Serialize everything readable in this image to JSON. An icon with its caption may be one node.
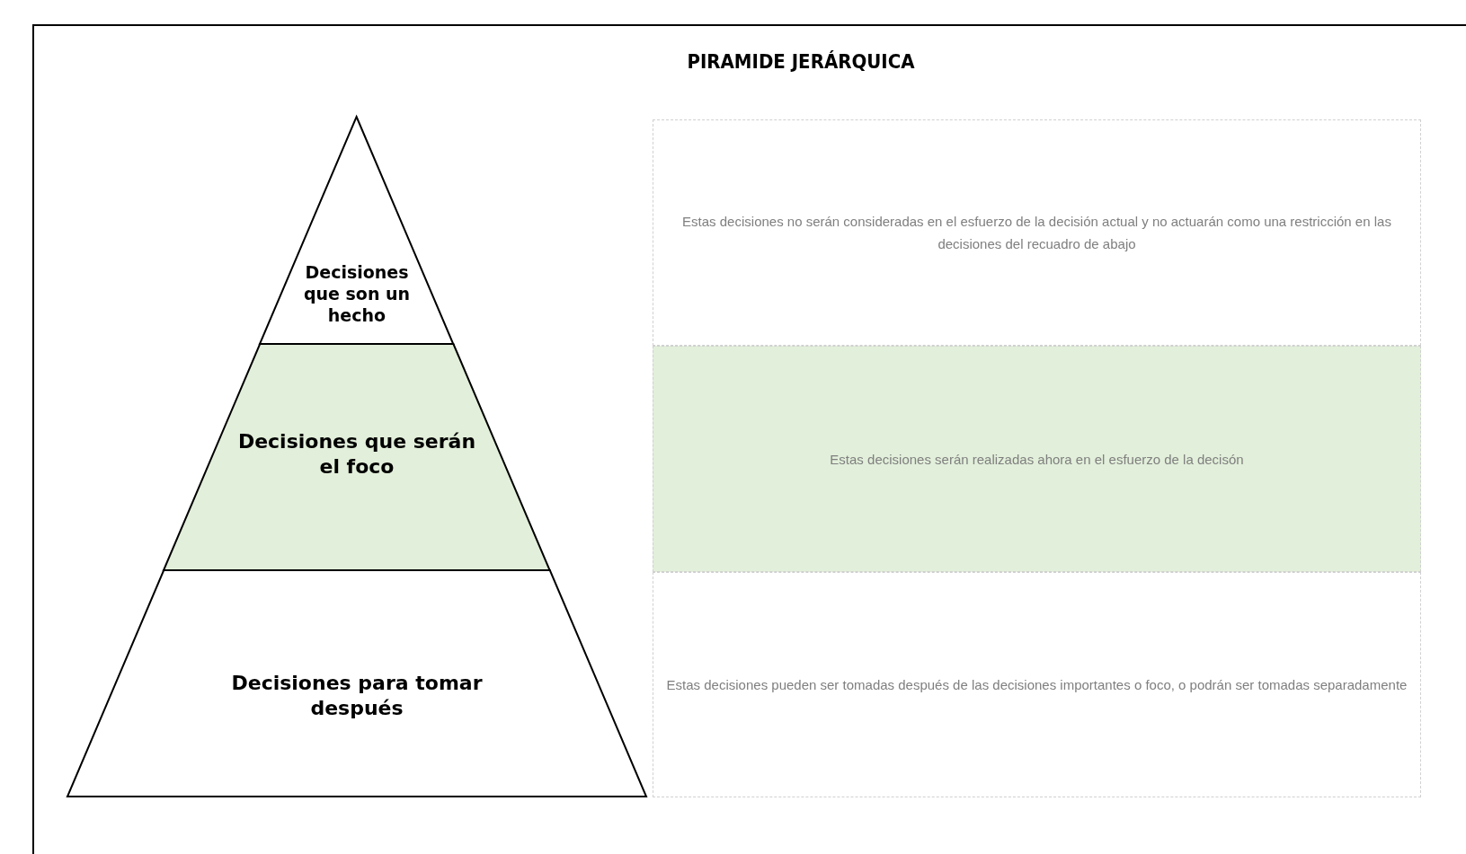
{
  "diagram": {
    "title": "PIRAMIDE JERÁRQUICA",
    "nodes": [
      {
        "text": [
          "Decisiones que son un hecho"
        ]
      },
      {
        "text": [
          "Decisiones que serán el foco"
        ]
      },
      {
        "text": [
          "Decisiones para tomar después"
        ]
      },
      {
        "text": [
          "Estas decisiones no serán consideradas en el esfuerzo de la decisión actual y no actuarán como una restricción en las decisiones del recuadro de abajo"
        ]
      },
      {
        "text": [
          "Estas decisiones serán realizadas ahora en el esfuerzo de la decisón"
        ]
      },
      {
        "text": [
          "Estas decisiones pueden ser tomadas después de las decisiones importantes o foco, o podrán ser tomadas separadamente"
        ]
      }
    ]
  }
}
